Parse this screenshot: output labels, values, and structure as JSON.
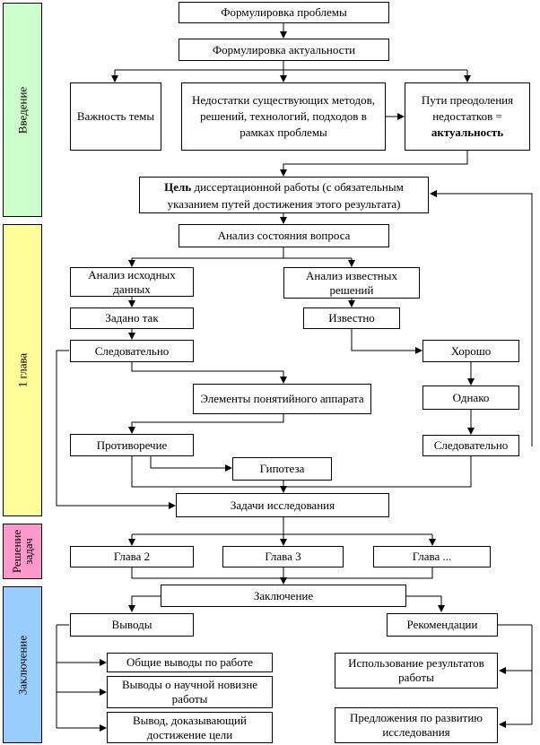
{
  "sidebar": {
    "intro": "Введение",
    "ch1": "1 глава",
    "solve_line1": "Решение",
    "solve_line2": "задач",
    "conclusion": "Заключение"
  },
  "colors": {
    "intro": "#ccffcc",
    "ch1": "#ffff99",
    "solve": "#ff99cc",
    "conclusion": "#99ccff"
  },
  "nodes": {
    "problem": "Формулировка проблемы",
    "relevance": "Формулировка актуальности",
    "importance": "Важность темы",
    "shortcomings": "Недостатки существующих методов, решений, технологий, подходов в рамках проблемы",
    "ways_text": "Пути преодоления недостатков =",
    "ways_bold": "актуальность",
    "goal_bold": "Цель",
    "goal_text": " диссертационной работы (с обязательным указанием путей достижения этого результата)",
    "analysis": "Анализ состояния вопроса",
    "initial_data": "Анализ исходных данных",
    "known_solutions": "Анализ известных решений",
    "given": "Задано так",
    "known": "Известно",
    "consequently_left": "Следовательно",
    "good": "Хорошо",
    "elements": "Элементы понятийного аппарата",
    "however": "Однако",
    "contradiction": "Противоречие",
    "consequently_right": "Следовательно",
    "hypothesis": "Гипотеза",
    "tasks": "Задачи исследования",
    "chapter2": "Глава 2",
    "chapter3": "Глава 3",
    "chapter_more": "Глава ...",
    "conclusion": "Заключение",
    "findings": "Выводы",
    "recommendations": "Рекомендации",
    "general_findings": "Общие выводы по работе",
    "novelty_findings": "Выводы о научной новизне работы",
    "goal_findings": "Вывод, доказывающий достижение цели",
    "use_results": "Использование результатов работы",
    "proposals": "Предложения по развитию исследования"
  }
}
